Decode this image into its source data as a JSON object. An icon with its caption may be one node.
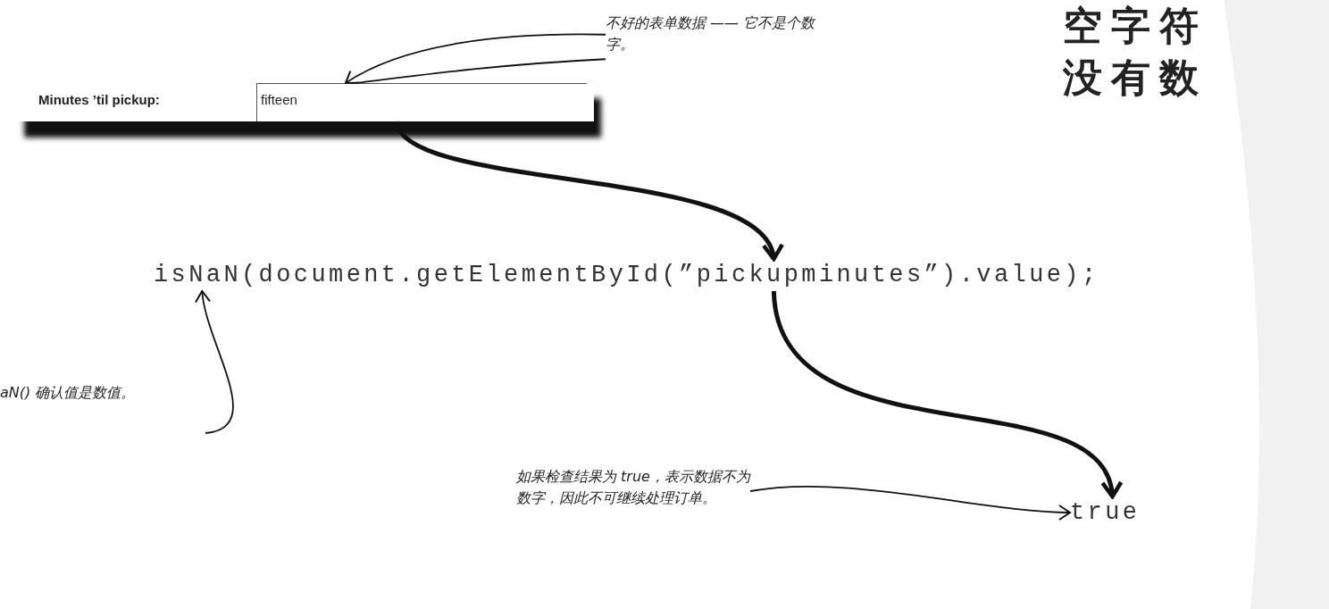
{
  "diagram": {
    "nodes": [
      {
        "text": [
          "Minutes ’til pickup:"
        ]
      },
      {
        "text": [
          "fifteen"
        ],
        "in": 0
      },
      {
        "text": [
          "不好的表单数据 —— 它不是个数字。"
        ]
      },
      {
        "text": [
          "isNaN(document.getElementById(”pickupminutes”).value);"
        ]
      },
      {
        "text": [
          "aN() 确认值是数值。"
        ]
      },
      {
        "text": [
          "如果检查结果为 *true*，表示数据不为数字，因此不可继续处理订单。"
        ]
      },
      {
        "text": [
          "true"
        ]
      }
    ],
    "edges": [
      {
        "from": 2,
        "to": 1,
        "arrow": "to"
      },
      {
        "from": 2,
        "to": 1,
        "arrow": "none"
      },
      {
        "from": 0,
        "to": 3,
        "arrow": "to",
        "style": "thick"
      },
      {
        "from": 4,
        "to": 3,
        "arrow": "to"
      },
      {
        "from": 3,
        "to": 6,
        "arrow": "to",
        "style": "thick"
      },
      {
        "from": 5,
        "to": 6,
        "arrow": "to"
      }
    ],
    "labels": [
      "空字符",
      "没有数"
    ]
  }
}
